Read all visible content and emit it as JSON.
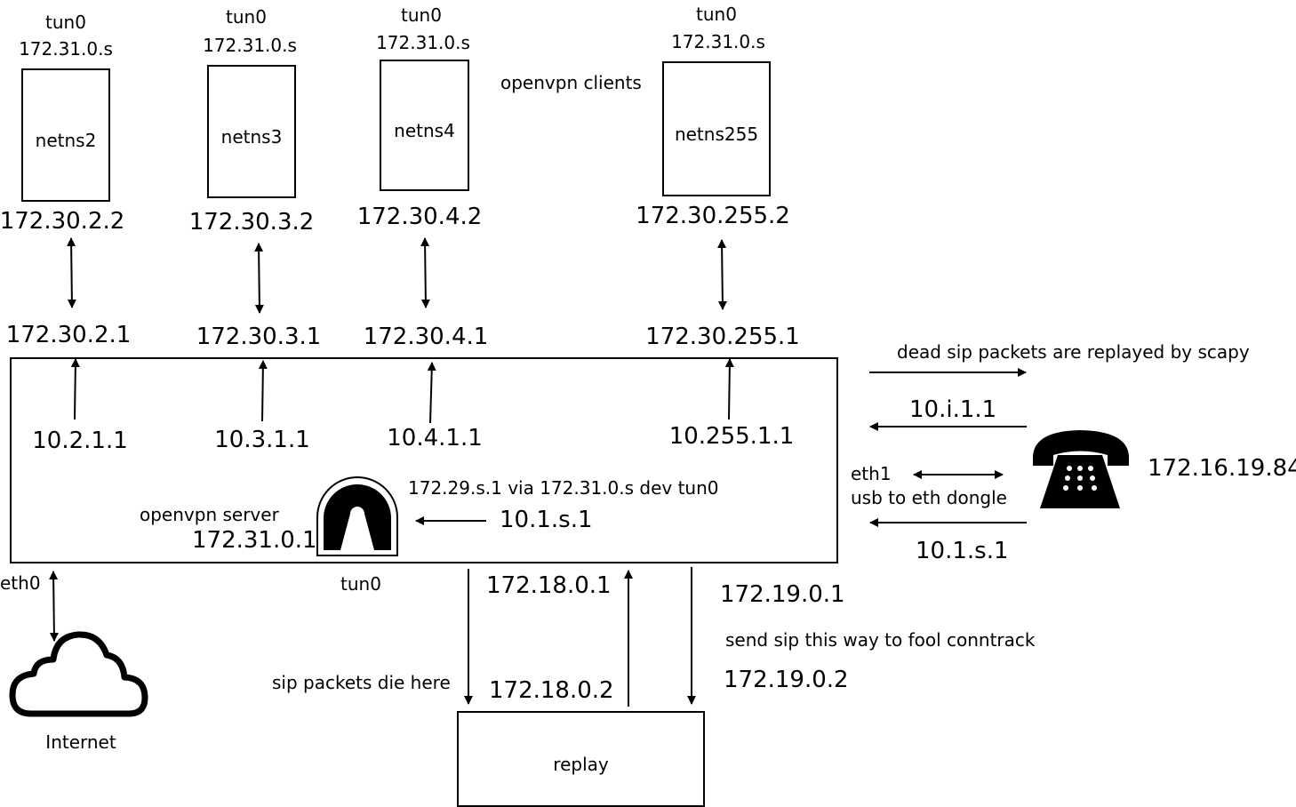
{
  "clients": [
    {
      "tun": "tun0",
      "tun_ip": "172.31.0.s",
      "name": "netns2",
      "veth_client": "172.30.2.2",
      "veth_host": "172.30.2.1",
      "vlan_ip": "10.2.1.1"
    },
    {
      "tun": "tun0",
      "tun_ip": "172.31.0.s",
      "name": "netns3",
      "veth_client": "172.30.3.2",
      "veth_host": "172.30.3.1",
      "vlan_ip": "10.3.1.1"
    },
    {
      "tun": "tun0",
      "tun_ip": "172.31.0.s",
      "name": "netns4",
      "veth_client": "172.30.4.2",
      "veth_host": "172.30.4.1",
      "vlan_ip": "10.4.1.1"
    },
    {
      "tun": "tun0",
      "tun_ip": "172.31.0.s",
      "name": "netns255",
      "veth_client": "172.30.255.2",
      "veth_host": "172.30.255.1",
      "vlan_ip": "10.255.1.1"
    }
  ],
  "clients_caption": "openvpn clients",
  "server": {
    "label": "openvpn server",
    "ip": "172.31.0.1",
    "tun": "tun0",
    "route": "172.29.s.1 via 172.31.0.s dev tun0",
    "source_ip": "10.1.s.1"
  },
  "eth0": "eth0",
  "internet": "Internet",
  "phone": {
    "ip": "172.16.19.84",
    "replay_note": "dead sip packets are replayed by scapy",
    "in_ip": "10.i.1.1",
    "eth1": "eth1",
    "dongle": "usb to eth dongle",
    "out_ip": "10.1.s.1"
  },
  "replay": {
    "label": "replay",
    "die_note": "sip packets die here",
    "link1_host": "172.18.0.1",
    "link1_replay": "172.18.0.2",
    "link2_host": "172.19.0.1",
    "link2_replay": "172.19.0.2",
    "conntrack_note": "send sip this way to fool conntrack"
  }
}
